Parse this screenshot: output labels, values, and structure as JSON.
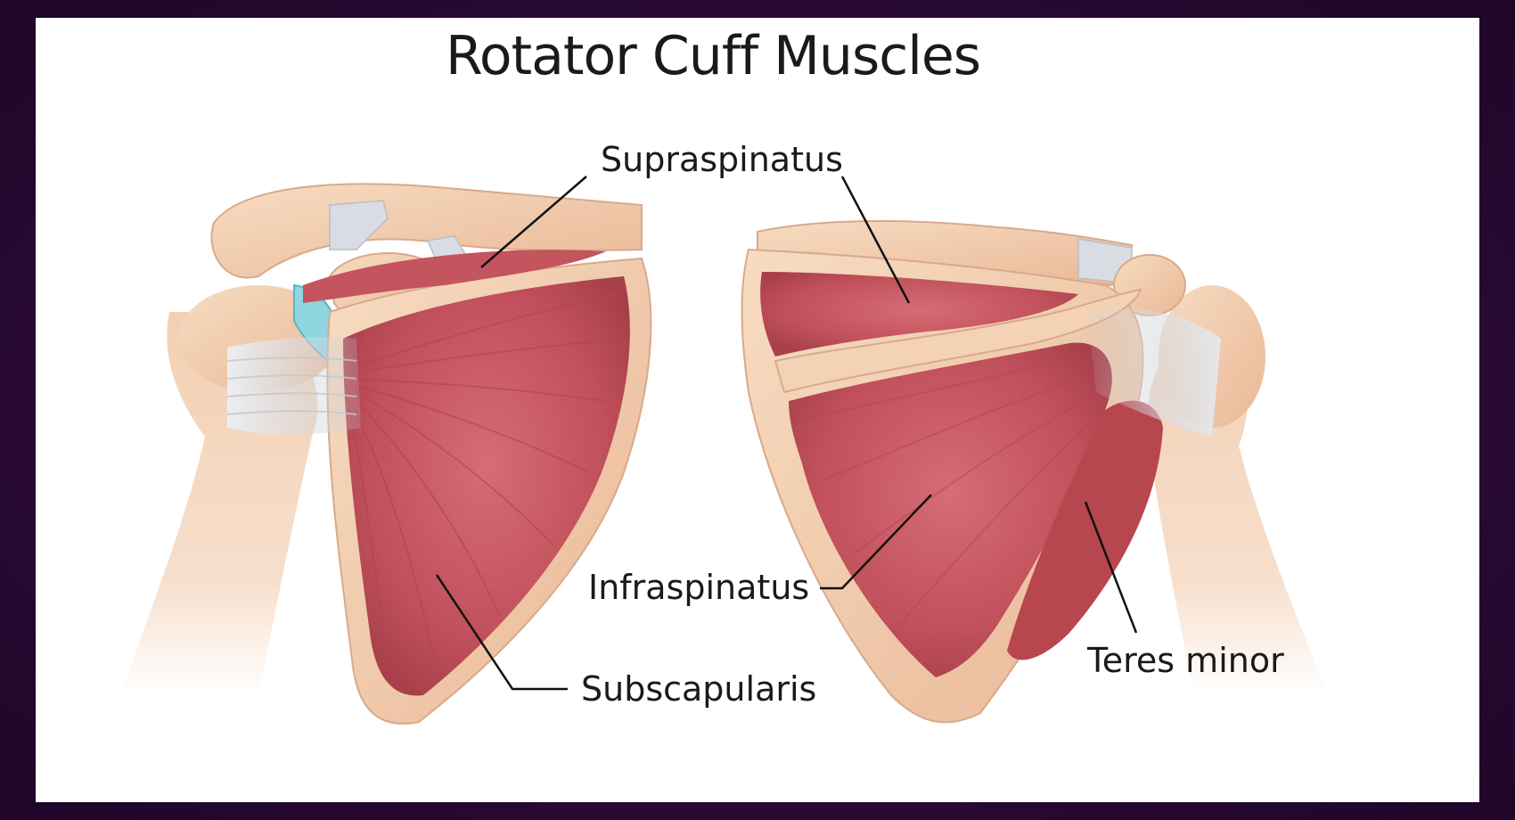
{
  "title": "Rotator Cuff Muscles",
  "labels": {
    "supraspinatus": "Supraspinatus",
    "infraspinatus": "Infraspinatus",
    "subscapularis": "Subscapularis",
    "teres_minor": "Teres minor"
  },
  "colors": {
    "frame": "#2a0a35",
    "background": "#ffffff",
    "bone": "#f1c9a8",
    "muscle": "#c4545e",
    "cartilage": "#8fd6e0",
    "tendon": "#d9dde3"
  }
}
